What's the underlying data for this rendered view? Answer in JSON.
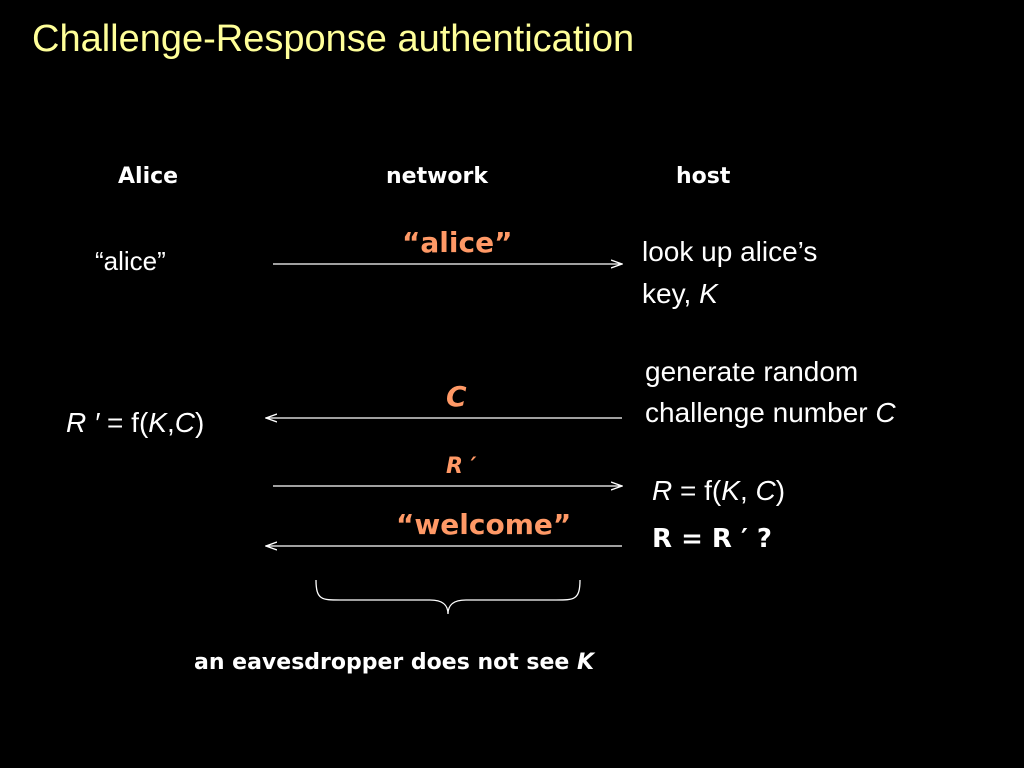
{
  "slide": {
    "title": "Challenge-Response authentication",
    "columns": {
      "left": "Alice",
      "middle": "network",
      "right": "host"
    }
  },
  "alice": {
    "name_sent": "“alice”",
    "response_lhs": "R ′",
    "response_eq": " = f(",
    "response_k": "K",
    "response_comma": ",",
    "response_c": "C",
    "response_close": ")"
  },
  "network": {
    "msg1": "“alice”",
    "msg2": "C",
    "msg3": "R ′",
    "msg4": "“welcome”"
  },
  "host": {
    "lookup_line1": "look up alice’s",
    "lookup_line2_prefix": "key, ",
    "lookup_line2_k": "K",
    "gen_line1": "generate random",
    "gen_line2_prefix": "challenge number ",
    "gen_line2_c": "C",
    "compute_r": "R",
    "compute_eq": " = f(",
    "compute_k": "K",
    "compute_sep": ", ",
    "compute_c": "C",
    "compute_close": ")",
    "compare": "R = R ′ ?"
  },
  "footer": {
    "prefix": "an eavesdropper does not see ",
    "k": "K"
  },
  "colors": {
    "title": "#ffff99",
    "message": "#ff9966",
    "text": "#ffffff",
    "background": "#000000"
  }
}
